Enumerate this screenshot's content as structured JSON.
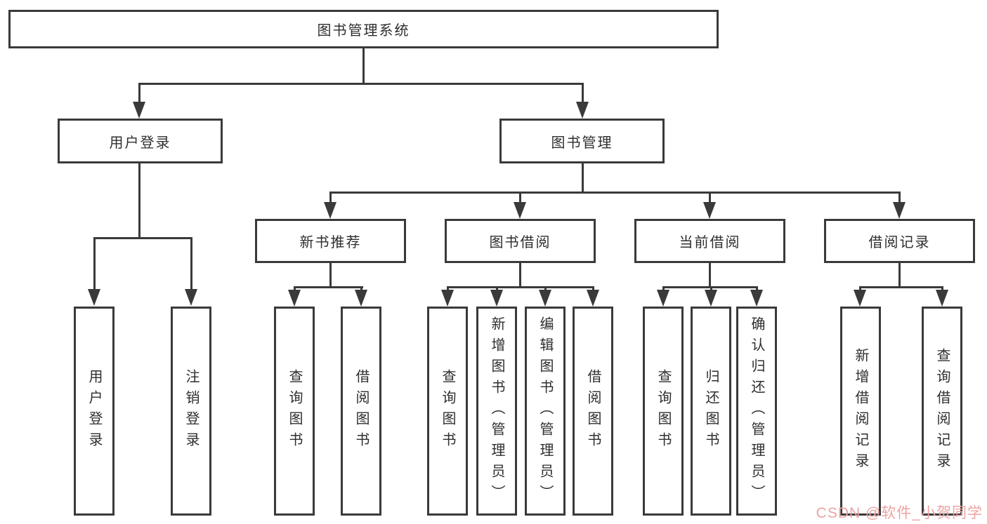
{
  "diagram": {
    "root": {
      "label": "图书管理系统"
    },
    "branches": {
      "user": {
        "label": "用户登录",
        "children": [
          {
            "label": "用户登录"
          },
          {
            "label": "注销登录"
          }
        ]
      },
      "book": {
        "label": "图书管理",
        "children": [
          {
            "label": "新书推荐",
            "children": [
              {
                "label": "查询图书"
              },
              {
                "label": "借阅图书"
              }
            ]
          },
          {
            "label": "图书借阅",
            "children": [
              {
                "label": "查询图书"
              },
              {
                "label": "新增图书（管理员）"
              },
              {
                "label": "编辑图书（管理员）"
              },
              {
                "label": "借阅图书"
              }
            ]
          },
          {
            "label": "当前借阅",
            "children": [
              {
                "label": "查询图书"
              },
              {
                "label": "归还图书"
              },
              {
                "label": "确认归还（管理员）"
              }
            ]
          },
          {
            "label": "借阅记录",
            "children": [
              {
                "label": "新增借阅记录"
              },
              {
                "label": "查询借阅记录"
              }
            ]
          }
        ]
      }
    }
  },
  "watermark": {
    "text": "CSDN @软件_小贺同学"
  },
  "colors": {
    "line": "#3a3a3a",
    "box_background": "#ffffff",
    "text": "#2e2e2e",
    "watermark": "#eda3a3"
  }
}
